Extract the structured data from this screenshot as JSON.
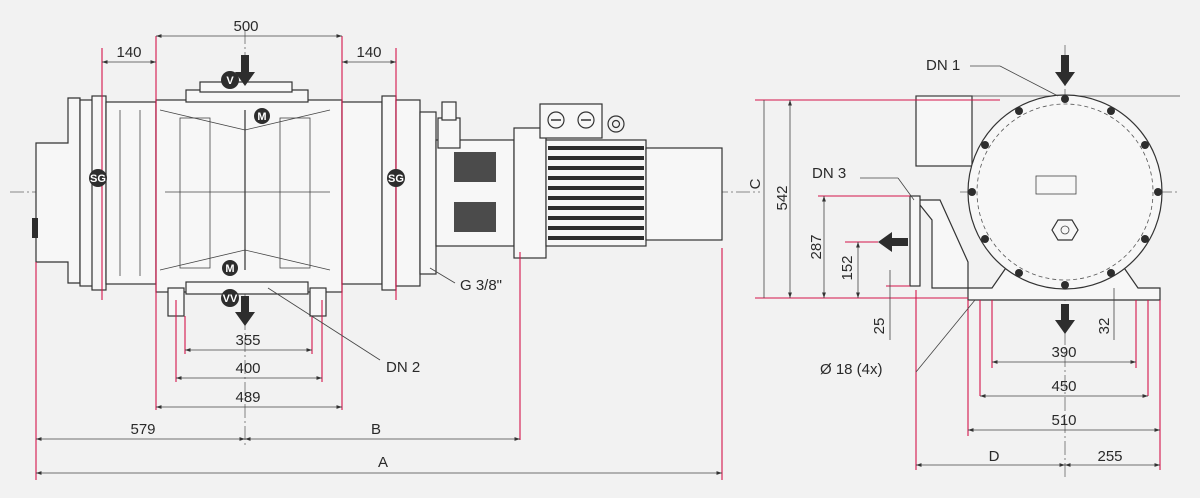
{
  "colors": {
    "background": "#f2f2f2",
    "line": "#333333",
    "dimension_line": "#d4144b",
    "ink": "#2d2d2d"
  },
  "dims": {
    "d500": "500",
    "d140_left": "140",
    "d140_right": "140",
    "d355": "355",
    "d400": "400",
    "d489": "489",
    "d579": "579",
    "B": "B",
    "A": "A",
    "C": "C",
    "d542": "542",
    "d287": "287",
    "d152": "152",
    "d25": "25",
    "d32": "32",
    "d390": "390",
    "d450": "450",
    "d510": "510",
    "D": "D",
    "d255": "255"
  },
  "labels": {
    "dn1": "DN 1",
    "dn2": "DN 2",
    "dn3": "DN 3",
    "g38": "G 3/8\"",
    "hole": "Ø 18 (4x)"
  },
  "markers": {
    "v": "V",
    "m": "M",
    "sg": "SG",
    "vv": "VV"
  },
  "icons": [
    "flow-arrow-icon",
    "minus-terminal-icon",
    "lifting-eye-icon"
  ]
}
